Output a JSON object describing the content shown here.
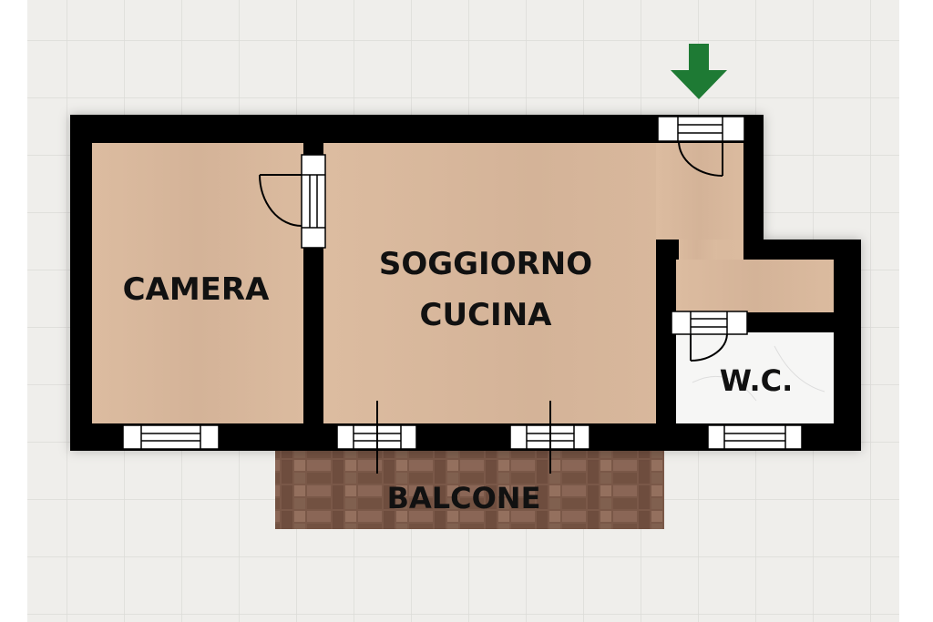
{
  "rooms": {
    "camera": "CAMERA",
    "soggiorno_line1": "SOGGIORNO",
    "soggiorno_line2": "CUCINA",
    "wc": "W.C.",
    "balcone": "BALCONE"
  },
  "entrance_marker": {
    "icon": "arrow-down-icon",
    "color": "#1e7a34"
  },
  "colors": {
    "background": "#efeeeb",
    "wall": "#000000",
    "wood_floor": "#d8b79b",
    "wc_floor": "#f7f7f7",
    "balcony": "#7d5a48"
  }
}
